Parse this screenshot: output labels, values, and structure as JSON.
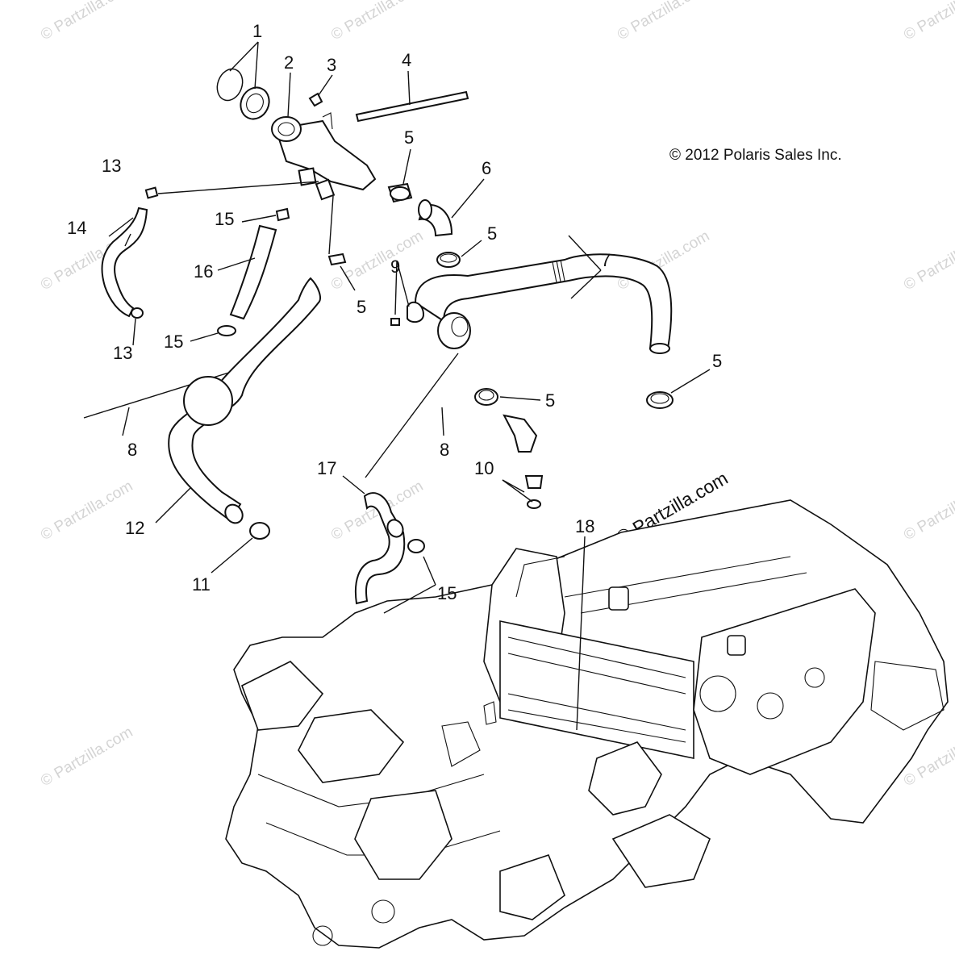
{
  "copyright": "© 2012 Polaris Sales Inc.",
  "watermark": "© Partzilla.com",
  "callouts": {
    "c1": "1",
    "c2": "2",
    "c3": "3",
    "c4": "4",
    "c5a": "5",
    "c5b": "5",
    "c5c": "5",
    "c5d": "5",
    "c5e": "5",
    "c6": "6",
    "c7": "7",
    "c8a": "8",
    "c8b": "8",
    "c9": "9",
    "c10": "10",
    "c11": "11",
    "c12": "12",
    "c13a": "13",
    "c13b": "13",
    "c14": "14",
    "c15a": "15",
    "c15b": "15",
    "c15c": "15",
    "c16": "16",
    "c17": "17",
    "c18": "18"
  }
}
